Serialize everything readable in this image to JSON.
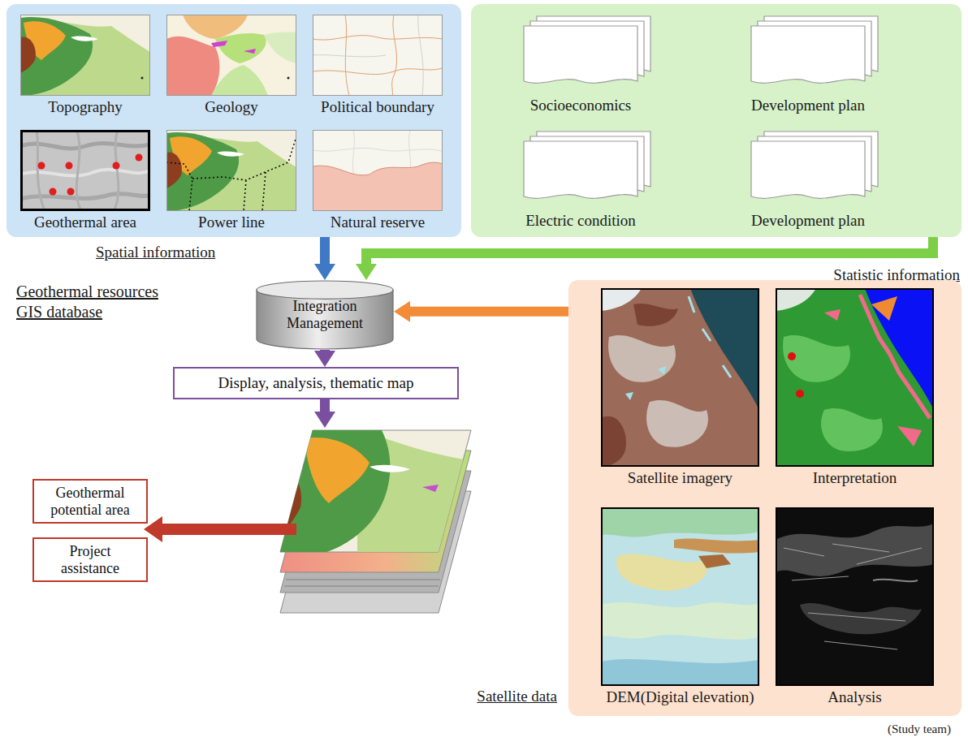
{
  "diagram": {
    "caption": "(Study team)",
    "nodes": [
      {
        "text": [
          "Spatial information"
        ]
      },
      {
        "text": [
          "Topography"
        ],
        "in": 0
      },
      {
        "text": [
          "Geology"
        ],
        "in": 0
      },
      {
        "text": [
          "Political boundary"
        ],
        "in": 0
      },
      {
        "text": [
          "Geothermal area"
        ],
        "in": 0
      },
      {
        "text": [
          "Power line"
        ],
        "in": 0
      },
      {
        "text": [
          "Natural reserve"
        ],
        "in": 0
      },
      {
        "text": [
          "Statistic information"
        ]
      },
      {
        "text": [
          "Socioeconomics"
        ],
        "in": 7
      },
      {
        "text": [
          "Development plan"
        ],
        "in": 7
      },
      {
        "text": [
          "Electric condition"
        ],
        "in": 7
      },
      {
        "text": [
          "Development plan"
        ],
        "in": 7
      },
      {
        "text": [
          "Integration Management",
          "Geothermal resources GIS database"
        ]
      },
      {
        "text": [
          "Satellite data"
        ]
      },
      {
        "text": [
          "Satellite imagery"
        ],
        "in": 13
      },
      {
        "text": [
          "Interpretation"
        ],
        "in": 13
      },
      {
        "text": [
          "DEM(Digital elevation)"
        ],
        "in": 13
      },
      {
        "text": [
          "Analysis"
        ],
        "in": 13
      },
      {
        "text": [
          "Display, analysis, thematic map"
        ]
      },
      {
        "text": [
          "Geothermal potential area"
        ]
      },
      {
        "text": [
          "Project assistance"
        ]
      }
    ],
    "edges": [
      {
        "from": 0,
        "to": 12,
        "arrow": "to"
      },
      {
        "from": 7,
        "to": 12,
        "arrow": "to"
      },
      {
        "from": 13,
        "to": 12,
        "arrow": "to"
      },
      {
        "from": 12,
        "to": 18,
        "arrow": "to"
      }
    ]
  }
}
